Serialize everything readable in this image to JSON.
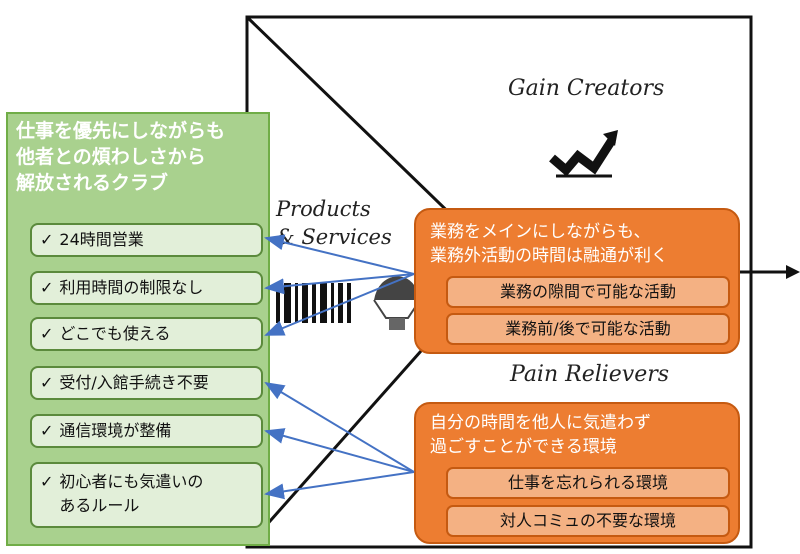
{
  "canvas": {
    "gain_creators_label": "Gain Creators",
    "products_label_line1": "Products",
    "products_label_line2": "& Services",
    "pain_relievers_label": "Pain Relievers"
  },
  "club": {
    "title": "仕事を優先にしながらも\n他者との煩わしさから\n解放されるクラブ",
    "features": [
      {
        "text": "24時間営業"
      },
      {
        "text": "利用時間の制限なし"
      },
      {
        "text": "どこでも使える"
      },
      {
        "text": "受付/入館手続き不要"
      },
      {
        "text": "通信環境が整備"
      },
      {
        "text": "初心者にも気遣いの\nあるルール"
      }
    ]
  },
  "gain_callout": {
    "title": "業務をメインにしながらも、\n業務外活動の時間は融通が利く",
    "items": [
      "業務の隙間で可能な活動",
      "業務前/後で可能な活動"
    ]
  },
  "pain_callout": {
    "title": "自分の時間を他人に気遣わず\n過ごすことができる環境",
    "items": [
      "仕事を忘れられる環境",
      "対人コミュの不要な環境"
    ]
  },
  "icons": {
    "check": "✓",
    "gain": "trend-up-icon",
    "products": "barcode-icon",
    "pain": "balloon-icon"
  },
  "colors": {
    "club_fill": "#a9d18e",
    "feature_fill": "#e2efd9",
    "callout_fill": "#ed7d31",
    "callout_item_fill": "#f4b183",
    "connector": "#4472c4"
  }
}
